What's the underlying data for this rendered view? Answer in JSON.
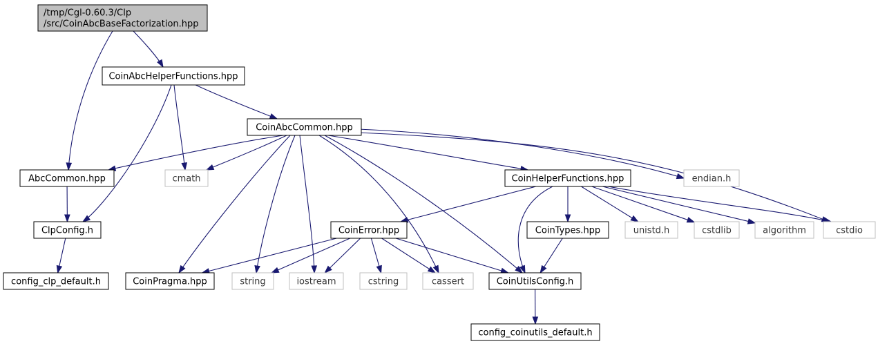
{
  "diagram": {
    "colors": {
      "edge": "#191970",
      "root_fill": "#bfbfbf",
      "node_border": "#000000",
      "external_border": "#bfbfbf",
      "background": "#ffffff"
    },
    "nodes": [
      {
        "id": "root",
        "lines": [
          "/tmp/Cgl-0.60.3/Clp",
          "/src/CoinAbcBaseFactorization.hpp"
        ],
        "kind": "root"
      },
      {
        "id": "helper",
        "lines": [
          "CoinAbcHelperFunctions.hpp"
        ],
        "kind": "file"
      },
      {
        "id": "abccommon_hpp",
        "lines": [
          "CoinAbcCommon.hpp"
        ],
        "kind": "file"
      },
      {
        "id": "abc_common",
        "lines": [
          "AbcCommon.hpp"
        ],
        "kind": "file"
      },
      {
        "id": "cmath",
        "lines": [
          "cmath"
        ],
        "kind": "external"
      },
      {
        "id": "coin_helper",
        "lines": [
          "CoinHelperFunctions.hpp"
        ],
        "kind": "file"
      },
      {
        "id": "endian",
        "lines": [
          "endian.h"
        ],
        "kind": "external"
      },
      {
        "id": "clp_config",
        "lines": [
          "ClpConfig.h"
        ],
        "kind": "file"
      },
      {
        "id": "coin_error",
        "lines": [
          "CoinError.hpp"
        ],
        "kind": "file"
      },
      {
        "id": "coin_types",
        "lines": [
          "CoinTypes.hpp"
        ],
        "kind": "file"
      },
      {
        "id": "unistd",
        "lines": [
          "unistd.h"
        ],
        "kind": "external"
      },
      {
        "id": "cstdlib",
        "lines": [
          "cstdlib"
        ],
        "kind": "external"
      },
      {
        "id": "algorithm",
        "lines": [
          "algorithm"
        ],
        "kind": "external"
      },
      {
        "id": "cstdio",
        "lines": [
          "cstdio"
        ],
        "kind": "external"
      },
      {
        "id": "config_clp",
        "lines": [
          "config_clp_default.h"
        ],
        "kind": "file"
      },
      {
        "id": "coin_pragma",
        "lines": [
          "CoinPragma.hpp"
        ],
        "kind": "file"
      },
      {
        "id": "string",
        "lines": [
          "string"
        ],
        "kind": "external"
      },
      {
        "id": "iostream",
        "lines": [
          "iostream"
        ],
        "kind": "external"
      },
      {
        "id": "cstring",
        "lines": [
          "cstring"
        ],
        "kind": "external"
      },
      {
        "id": "cassert",
        "lines": [
          "cassert"
        ],
        "kind": "external"
      },
      {
        "id": "utils_config",
        "lines": [
          "CoinUtilsConfig.h"
        ],
        "kind": "file"
      },
      {
        "id": "config_coinutils",
        "lines": [
          "config_coinutils_default.h"
        ],
        "kind": "file"
      }
    ],
    "edges": [
      {
        "from": "root",
        "to": "abc_common"
      },
      {
        "from": "root",
        "to": "helper"
      },
      {
        "from": "helper",
        "to": "abccommon_hpp"
      },
      {
        "from": "helper",
        "to": "cmath"
      },
      {
        "from": "helper",
        "to": "clp_config"
      },
      {
        "from": "abccommon_hpp",
        "to": "abc_common"
      },
      {
        "from": "abccommon_hpp",
        "to": "cmath"
      },
      {
        "from": "abccommon_hpp",
        "to": "coin_helper"
      },
      {
        "from": "abccommon_hpp",
        "to": "endian"
      },
      {
        "from": "abccommon_hpp",
        "to": "cstdio"
      },
      {
        "from": "abccommon_hpp",
        "to": "coin_pragma"
      },
      {
        "from": "abccommon_hpp",
        "to": "string"
      },
      {
        "from": "abccommon_hpp",
        "to": "iostream"
      },
      {
        "from": "abccommon_hpp",
        "to": "cassert"
      },
      {
        "from": "abccommon_hpp",
        "to": "utils_config"
      },
      {
        "from": "abc_common",
        "to": "clp_config"
      },
      {
        "from": "clp_config",
        "to": "config_clp"
      },
      {
        "from": "coin_helper",
        "to": "coin_error"
      },
      {
        "from": "coin_helper",
        "to": "utils_config"
      },
      {
        "from": "coin_helper",
        "to": "coin_types"
      },
      {
        "from": "coin_helper",
        "to": "unistd"
      },
      {
        "from": "coin_helper",
        "to": "cstdlib"
      },
      {
        "from": "coin_helper",
        "to": "algorithm"
      },
      {
        "from": "coin_helper",
        "to": "cstdio"
      },
      {
        "from": "coin_error",
        "to": "coin_pragma"
      },
      {
        "from": "coin_error",
        "to": "string"
      },
      {
        "from": "coin_error",
        "to": "iostream"
      },
      {
        "from": "coin_error",
        "to": "cstring"
      },
      {
        "from": "coin_error",
        "to": "cassert"
      },
      {
        "from": "coin_error",
        "to": "utils_config"
      },
      {
        "from": "coin_types",
        "to": "utils_config"
      },
      {
        "from": "utils_config",
        "to": "config_coinutils"
      }
    ]
  }
}
